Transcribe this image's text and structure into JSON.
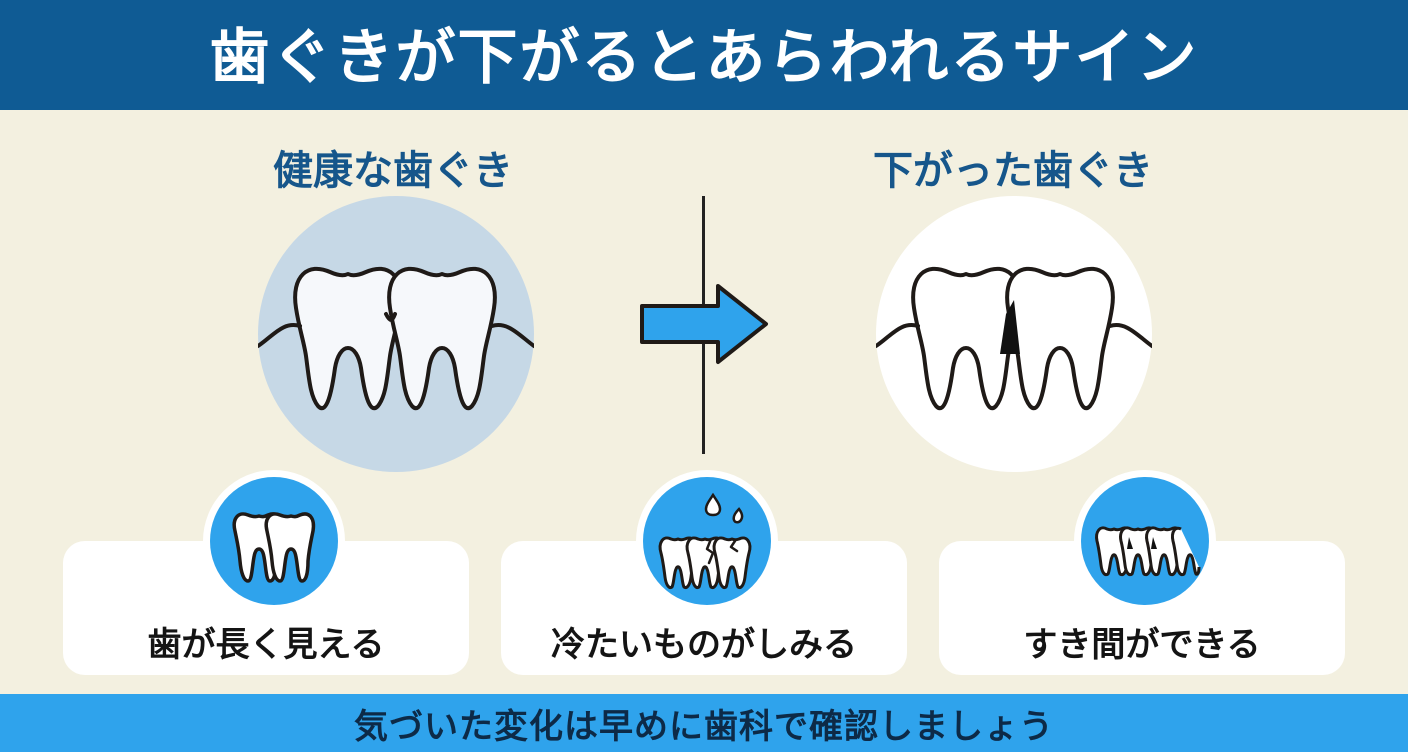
{
  "header": {
    "title": "歯ぐきが下がるとあらわれるサイン"
  },
  "panels": {
    "left_title": "健康な歯ぐき",
    "right_title": "下がった歯ぐき"
  },
  "cards": [
    {
      "label": "歯が長く見える",
      "icon": "long-teeth-icon"
    },
    {
      "label": "冷たいものがしみる",
      "icon": "sensitive-tooth-icon"
    },
    {
      "label": "すき間ができる",
      "icon": "gap-teeth-icon"
    }
  ],
  "footer": {
    "text": "気づいた変化は早めに歯科で確認しましょう"
  },
  "colors": {
    "header_bg": "#0f5b94",
    "background": "#f3f0e0",
    "accent_blue": "#2fa3ec",
    "title_blue": "#16568b",
    "healthy_circle": "#c6d8e6"
  }
}
